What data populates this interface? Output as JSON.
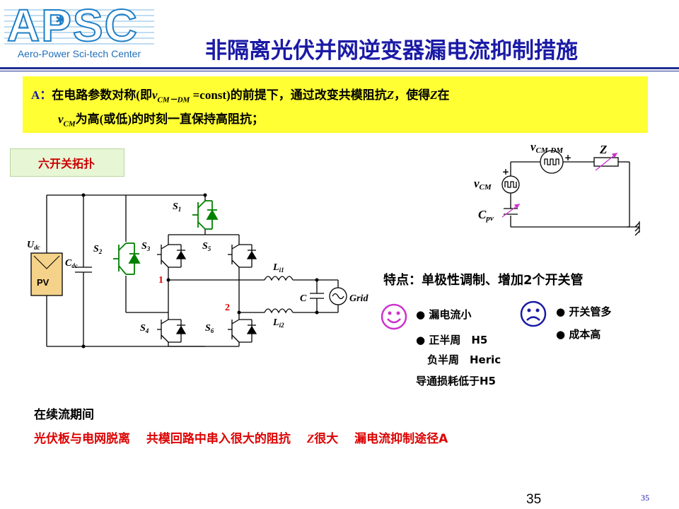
{
  "logo": {
    "letters": "APSC",
    "subtitle": "Aero-Power Sci-tech Center"
  },
  "title": "非隔离光伏并网逆变器漏电流抑制措施",
  "premise": {
    "prefix": "A：",
    "line1_a": "在电路参数对称(即",
    "v": "v",
    "sub_cmdm": "CM－DM",
    "line1_b": " =const)的前提下，通过改变共模阻抗",
    "Z": "Z",
    "line1_c": "，使得",
    "line1_d": "在",
    "sub_cm": "CM",
    "line2": "为高(或低)的时刻一直保持高阻抗；"
  },
  "topology_label": "六开关拓扑",
  "circuit": {
    "udc": "U",
    "udc_sub": "dc",
    "cdc": "C",
    "cdc_sub": "dc",
    "pv": "PV",
    "s1": "S",
    "s1_sub": "1",
    "s2": "S",
    "s2_sub": "2",
    "s3": "S",
    "s3_sub": "3",
    "s4": "S",
    "s4_sub": "4",
    "s5": "S",
    "s5_sub": "5",
    "s6": "S",
    "s6_sub": "6",
    "node1": "1",
    "node2": "2",
    "l1": "L",
    "l1_sub": "i1",
    "l2": "L",
    "l2_sub": "i2",
    "c": "C",
    "grid": "Grid"
  },
  "equivalent": {
    "vcmdm": "v",
    "vcmdm_sub": "CM-DM",
    "z": "Z",
    "vcm": "v",
    "vcm_sub": "CM",
    "cpv": "C",
    "cpv_sub": "pv",
    "plus": "+"
  },
  "features": {
    "title": "特点：单极性调制、增加2个开关管",
    "pros": [
      "漏电流小",
      "正半周　H5",
      "负半周　Heric",
      "导通损耗低于H5"
    ],
    "cons": [
      "开关管多",
      "成本高"
    ]
  },
  "freewheel": {
    "heading": "在续流期间",
    "s1": "光伏板与电网脱离",
    "s2": "共模回路中串入很大的阻抗",
    "s3a": "Z",
    "s3b": "很大",
    "s4": "漏电流抑制途径A"
  },
  "page_center": "35",
  "page_right": "35",
  "colors": {
    "title": "#1a1aa6",
    "highlight": "#ffff33",
    "accent_red": "#dd0000",
    "smiley": "#cc33cc",
    "switch_green": "#008000"
  }
}
